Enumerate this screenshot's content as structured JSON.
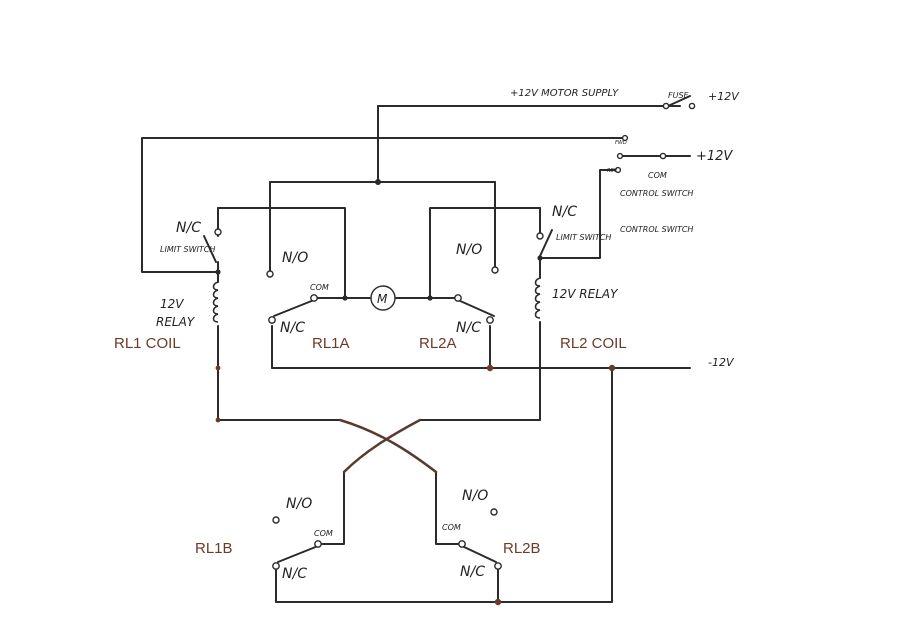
{
  "labels": {
    "motor_supply": "+12V MOTOR SUPPLY",
    "fuse": "FUSE",
    "plus12_top": "+12V",
    "plus12_ctrl": "+12V",
    "fwd": "FWD",
    "rev": "REV",
    "com_ctrl": "COM",
    "control_switch_1": "CONTROL SWITCH",
    "control_switch_2": "CONTROL SWITCH",
    "nc_limit_left": "N/C",
    "limit_switch_left": "LIMIT SWITCH",
    "nc_limit_right": "N/C",
    "limit_switch_right": "LIMIT SWITCH",
    "relay_left_1": "12V",
    "relay_left_2": "RELAY",
    "relay_right": "12V RELAY",
    "no_rl1a": "N/O",
    "com_rl1a": "COM",
    "nc_rl1a": "N/C",
    "no_rl2a": "N/O",
    "nc_rl2a": "N/C",
    "motor": "M",
    "minus12": "-12V",
    "no_rl1b": "N/O",
    "com_rl1b": "COM",
    "nc_rl1b": "N/C",
    "no_rl2b": "N/O",
    "com_rl2b": "COM",
    "nc_rl2b": "N/C"
  },
  "annotations": {
    "rl1_coil": "RL1 COIL",
    "rl1a": "RL1A",
    "rl2a": "RL2A",
    "rl2_coil": "RL2 COIL",
    "rl1b": "RL1B",
    "rl2b": "RL2B"
  },
  "colors": {
    "wire": "#2b2b2b",
    "crossover_wire": "#5a3a30",
    "annotation": "#6b3b2a"
  }
}
